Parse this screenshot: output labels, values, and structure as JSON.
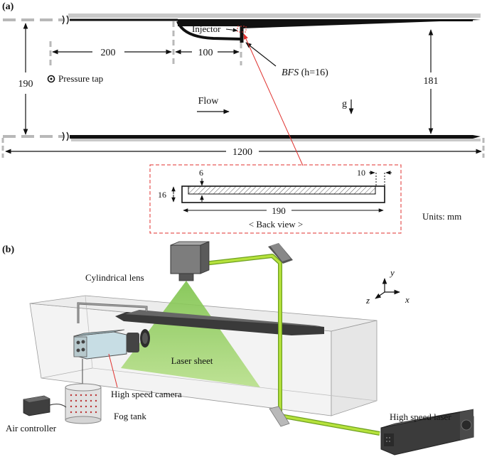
{
  "panel_a": {
    "label": "(a)",
    "injector": "Injector",
    "dim_200": "200",
    "dim_100": "100",
    "pressure_tap": "Pressure tap",
    "bfs_italic": "BFS",
    "bfs_rest": " (h=16)",
    "dim_190": "190",
    "flow": "Flow",
    "gravity": "g",
    "dim_181": "181",
    "dim_1200": "1200",
    "units": "Units: mm"
  },
  "back_view": {
    "dim_6": "6",
    "dim_10": "10",
    "dim_16": "16",
    "dim_190": "190",
    "caption": "< Back view >"
  },
  "panel_b": {
    "label": "(b)",
    "cylindrical_lens": "Cylindrical lens",
    "laser_sheet": "Laser sheet",
    "high_speed_camera": "High  speed camera",
    "fog_tank": "Fog tank",
    "air_controller": "Air controller",
    "high_speed_laser": "High  speed laser",
    "axis_x": "x",
    "axis_y": "y",
    "axis_z": "z"
  },
  "colors": {
    "laser_green": "#a6d62a",
    "sheet_green": "#9fd36a",
    "red_dashed": "#e0322f",
    "gray_dashed": "#b8b8b8"
  }
}
